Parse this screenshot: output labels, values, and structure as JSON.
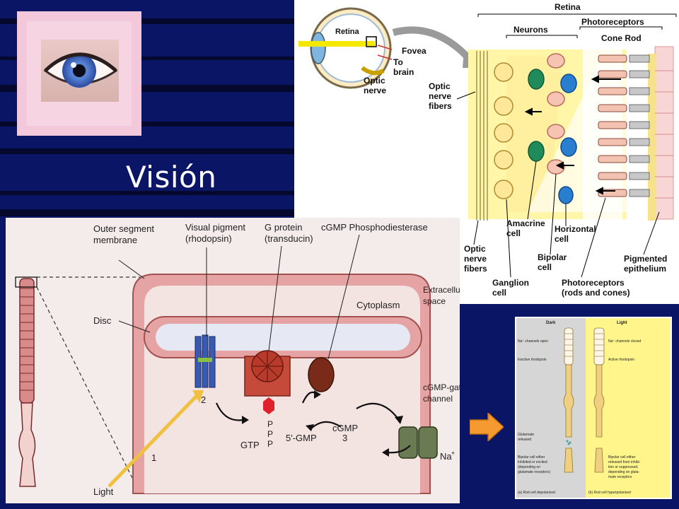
{
  "slide": {
    "title": "Visión",
    "background_color": "#0b1566",
    "stripe_color": "#000000"
  },
  "retina_diagram": {
    "eye_labels": {
      "retina": "Retina",
      "fovea": "Fovea",
      "to_brain_1": "To",
      "to_brain_2": "brain",
      "optic_nerve_1": "Optic",
      "optic_nerve_2": "nerve"
    },
    "labels": {
      "retina_top": "Retina",
      "photoreceptors_top": "Photoreceptors",
      "neurons": "Neurons",
      "cone_rod": "Cone Rod",
      "optic_nerve_fibers_1": "Optic",
      "optic_nerve_fibers_2": "nerve",
      "optic_nerve_fibers_3": "fibers",
      "optic_nerve_fibers_b1": "Optic",
      "optic_nerve_fibers_b2": "nerve",
      "optic_nerve_fibers_b3": "fibers",
      "amacrine_1": "Amacrine",
      "amacrine_2": "cell",
      "horizontal_1": "Horizontal",
      "horizontal_2": "cell",
      "bipolar_1": "Bipolar",
      "bipolar_2": "cell",
      "ganglion_1": "Ganglion",
      "ganglion_2": "cell",
      "photoreceptors_b1": "Photoreceptors",
      "photoreceptors_b2": "(rods and cones)",
      "pigmented_1": "Pigmented",
      "pigmented_2": "epithelium"
    }
  },
  "transduction_diagram": {
    "labels": {
      "outer_segment_1": "Outer segment",
      "outer_segment_2": "membrane",
      "visual_pigment_1": "Visual pigment",
      "visual_pigment_2": "(rhodopsin)",
      "g_protein_1": "G protein",
      "g_protein_2": "(transducin)",
      "pde": "cGMP Phosphodiesterase",
      "extracellular_1": "Extracellular",
      "extracellular_2": "space",
      "cytoplasm": "Cytoplasm",
      "disc": "Disc",
      "cgmp_gated_1": "cGMP-gated",
      "cgmp_gated_2": "channel",
      "num_1": "1",
      "num_2": "2",
      "num_3": "3",
      "gtp": "GTP",
      "p1": "P",
      "p2": "P",
      "p3": "P",
      "five_gmp": "5'-GMP",
      "cgmp": "cGMP",
      "na": "Na",
      "na_sup": "+",
      "light": "Light"
    }
  },
  "dark_light_diagram": {
    "labels": {
      "dark": "Dark",
      "light": "Light",
      "na_open": "Na⁺ channels open",
      "inactive_rho": "Inactive rhodopsin",
      "glutamate_1": "Glutamate",
      "glutamate_2": "released",
      "bipolar_left_1": "Bipolar cell either",
      "bipolar_left_2": "inhibited or excited",
      "bipolar_left_3": "(depending on",
      "bipolar_left_4": "glutamate receptors)",
      "na_closed": "Na⁺ channels closed",
      "active_rho": "Active rhodopsin",
      "bipolar_right_1": "Bipolar cell either",
      "bipolar_right_2": "released from inhibi-",
      "bipolar_right_3": "tion or suppressed,",
      "bipolar_right_4": "depending on gluta-",
      "bipolar_right_5": "mate receptors",
      "caption_left": "(a) Rod cell depolarized",
      "caption_right": "(b) Rod cell hyperpolarized"
    }
  }
}
